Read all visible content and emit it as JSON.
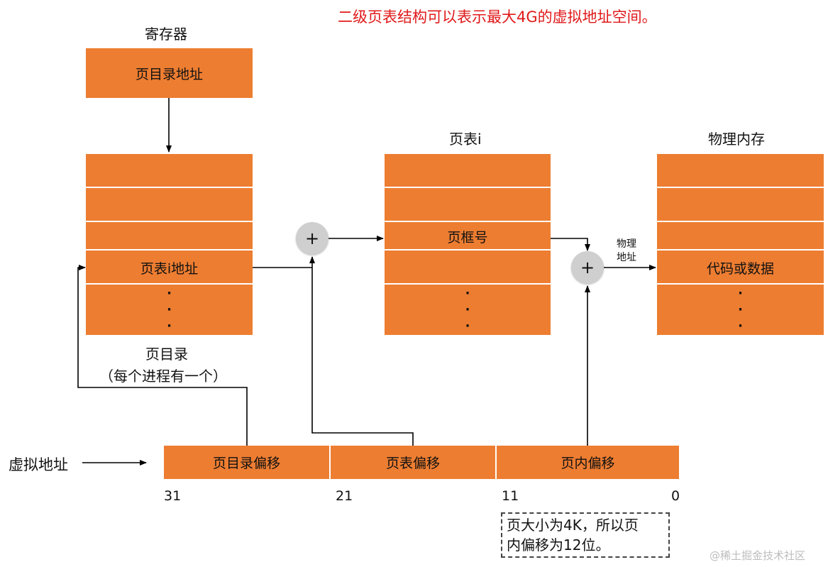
{
  "title": "二级页表结构可以表示最大4G的虚拟地址空间。",
  "register": {
    "label": "寄存器",
    "cell": "页目录地址"
  },
  "page_directory": {
    "entry": "页表i地址",
    "dots": [
      "·",
      "·",
      "·"
    ],
    "caption_line1": "页目录",
    "caption_line2": "（每个进程有一个）"
  },
  "page_table": {
    "label": "页表i",
    "entry": "页框号",
    "dots": [
      "·",
      "·",
      "·"
    ]
  },
  "physical_memory": {
    "label": "物理内存",
    "entry": "代码或数据",
    "dots": [
      "·",
      "·",
      "·"
    ]
  },
  "adders": [
    "+",
    "+"
  ],
  "physical_address_label": [
    "物理",
    "地址"
  ],
  "virtual_address": {
    "label": "虚拟地址",
    "fields": [
      "页目录偏移",
      "页表偏移",
      "页内偏移"
    ],
    "bits": [
      "31",
      "21",
      "11",
      "0"
    ]
  },
  "note": [
    "页大小为4K，所以页",
    "内偏移为12位。"
  ],
  "watermark": "@稀土掘金技术社区",
  "colors": {
    "box_fill": "#ED7D31",
    "title_red": "#E0191A",
    "adder_fill": "#cfcfcf",
    "line": "#000000"
  }
}
